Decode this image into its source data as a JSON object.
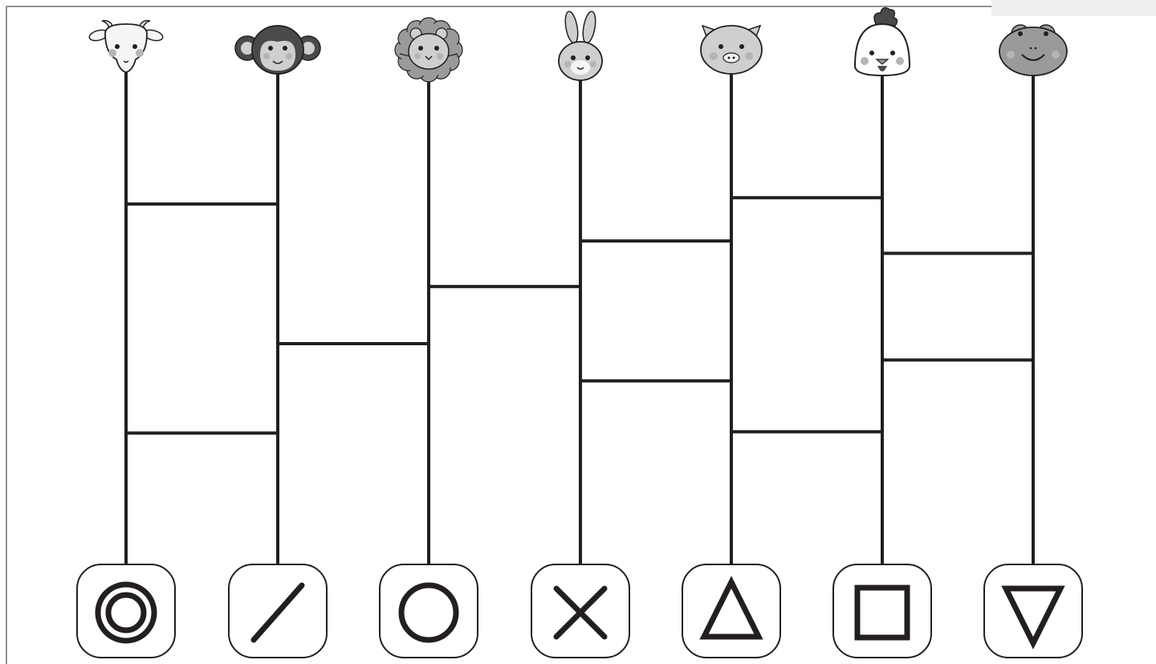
{
  "game": {
    "type": "amidakuji",
    "top_animals": [
      "goat",
      "monkey",
      "lion",
      "rabbit",
      "pig",
      "chicken",
      "frog"
    ],
    "bottom_symbols": [
      "double-circle",
      "slash",
      "circle",
      "cross",
      "triangle",
      "square",
      "inverted-triangle"
    ],
    "rungs": [
      {
        "between": [
          1,
          2
        ],
        "level": 0.155
      },
      {
        "between": [
          1,
          2
        ],
        "level": 0.844
      },
      {
        "between": [
          2,
          3
        ],
        "level": 0.575
      },
      {
        "between": [
          3,
          4
        ],
        "level": 0.403
      },
      {
        "between": [
          4,
          5
        ],
        "level": 0.266
      },
      {
        "between": [
          4,
          5
        ],
        "level": 0.687
      },
      {
        "between": [
          5,
          6
        ],
        "level": 0.136
      },
      {
        "between": [
          5,
          6
        ],
        "level": 0.84
      },
      {
        "between": [
          6,
          7
        ],
        "level": 0.303
      },
      {
        "between": [
          6,
          7
        ],
        "level": 0.624
      }
    ]
  },
  "colors": {
    "line": "#231f20",
    "face_light": "#f5f5f5",
    "face_mid": "#cfcfcf",
    "face_dark": "#9a9a9a",
    "fur_dark": "#4a4a4a",
    "cheek": "#b5b5b5",
    "watermark": "#e6e6e6"
  }
}
